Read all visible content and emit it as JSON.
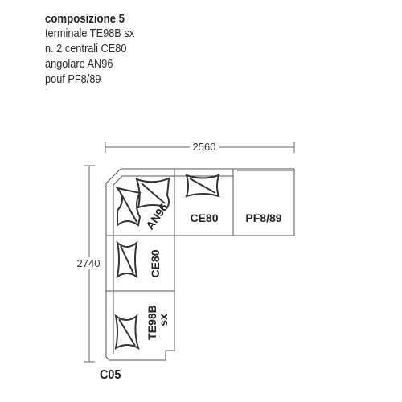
{
  "header": {
    "title": "composizione 5",
    "lines": [
      "terminale TE98B sx",
      "n. 2 centrali CE80",
      "angolare AN96",
      "pouf PF8/89"
    ]
  },
  "dimensions": {
    "width_label": "2560",
    "depth_label": "2740"
  },
  "modules": {
    "corner": "AN96",
    "central_top": "CE80",
    "pouf": "PF8/89",
    "central_left": "CE80",
    "terminal_line1": "TE98B",
    "terminal_line2": "sx"
  },
  "footer": {
    "code": "C05"
  },
  "colors": {
    "line": "#555555",
    "cushion": "#333333",
    "text": "#222222"
  }
}
